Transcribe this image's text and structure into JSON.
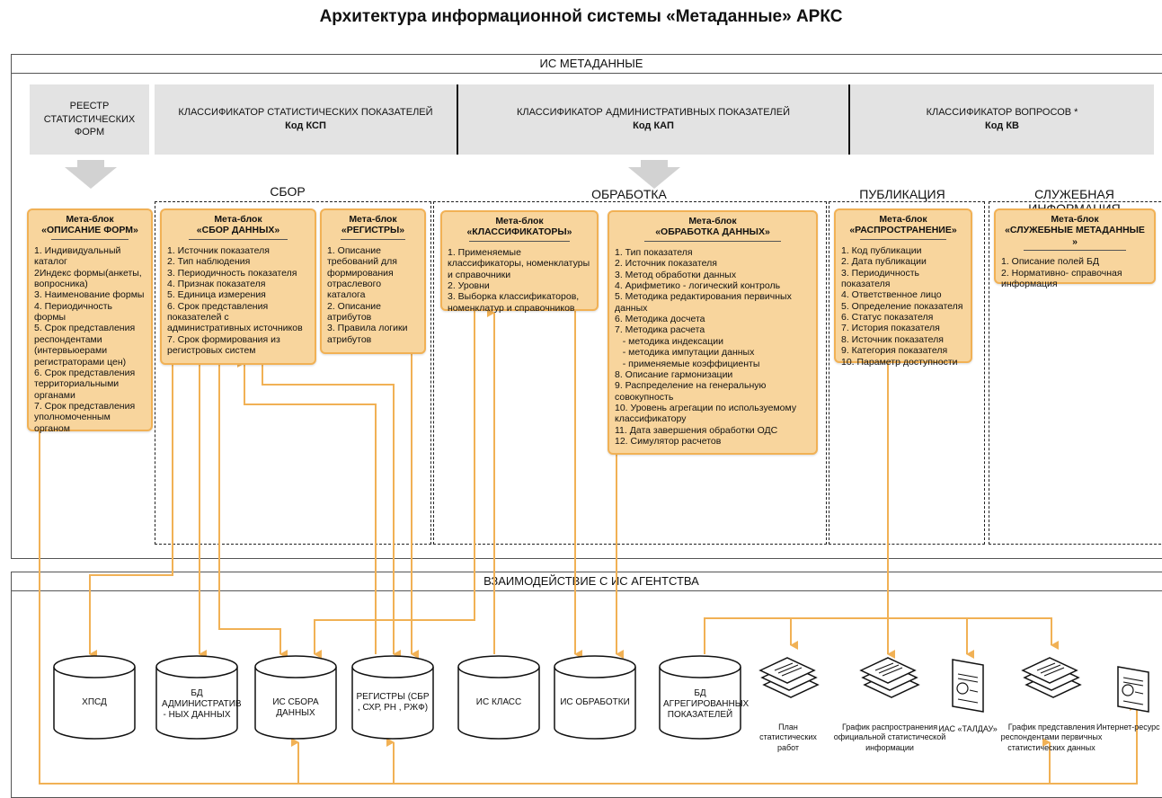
{
  "title": "Архитектура информационной системы «Метаданные» АРКС",
  "top_frame_label": "ИС МЕТАДАННЫЕ",
  "bottom_frame_label": "ВЗАИМОДЕЙСТВИЕ С ИС АГЕНТСТВА",
  "registry": {
    "line1": "РЕЕСТР",
    "line2": "СТАТИСТИЧЕСКИХ",
    "line3": "ФОРМ"
  },
  "classifiers": [
    {
      "name": "КЛАССИФИКАТОР СТАТИСТИЧЕСКИХ ПОКАЗАТЕЛЕЙ",
      "code": "Код КСП"
    },
    {
      "name": "КЛАССИФИКАТОР АДМИНИСТРАТИВНЫХ ПОКАЗАТЕЛЕЙ",
      "code": "Код КАП"
    },
    {
      "name": "КЛАССИФИКАТОР ВОПРОСОВ *",
      "code": "Код КВ"
    }
  ],
  "sections": {
    "collect": "СБОР",
    "process": "ОБРАБОТКА",
    "publish": "ПУБЛИКАЦИЯ",
    "service": "СЛУЖЕБНАЯ ИНФОРМАЦИЯ"
  },
  "blocks": {
    "forms": {
      "h1": "Мета-блок",
      "h2": "«ОПИСАНИЕ ФОРМ»",
      "items": [
        "1. Индивидуальный каталог",
        "2Индекс формы(анкеты, вопросника)",
        "3. Наименование формы",
        "4. Периодичность формы",
        "5. Срок представления респондентами (интервьюерами регистраторами цен)",
        "6. Срок представления территориальными органами",
        "7. Срок представления уполномоченным органом"
      ]
    },
    "collect": {
      "h1": "Мета-блок",
      "h2": "«СБОР ДАННЫХ»",
      "items": [
        "1. Источник показателя",
        "2. Тип наблюдения",
        "3. Периодичность показателя",
        "4. Признак показателя",
        "5. Единица измерения",
        "6. Срок представления показателей с административных источников",
        "7. Срок формирования из регистровых систем"
      ]
    },
    "registers": {
      "h1": "Мета-блок",
      "h2": "«РЕГИСТРЫ»",
      "items": [
        "1. Описание требований для формирования отраслевого каталога",
        "2. Описание атрибутов",
        "3. Правила логики атрибутов"
      ]
    },
    "classif": {
      "h1": "Мета-блок",
      "h2": "«КЛАССИФИКАТОРЫ»",
      "items": [
        "1. Применяемые классификаторы, номенклатуры и справочники",
        "2. Уровни",
        "3. Выборка классификаторов, номенклатур и справочников"
      ]
    },
    "processing": {
      "h1": "Мета-блок",
      "h2": "«ОБРАБОТКА ДАННЫХ»",
      "items": [
        "1. Тип показателя",
        "2. Источник показателя",
        "3. Метод обработки данных",
        "4. Арифметико - логический контроль",
        "5. Методика редактирования первичных данных",
        "6. Методика досчета",
        "7. Методика расчета",
        "   - методика индексации",
        "   - методика импутации данных",
        "   - применяемые коэффициенты",
        "8. Описание гармонизации",
        "9. Распределение на генеральную совокупность",
        "10. Уровень агрегации по используемому классификатору",
        "11. Дата завершения обработки ОДС",
        "12. Симулятор расчетов"
      ]
    },
    "distribution": {
      "h1": "Мета-блок",
      "h2": "«РАСПРОСТРАНЕНИЕ»",
      "items": [
        "1. Код публикации",
        "2. Дата публикации",
        "3. Периодичность показателя",
        "4. Ответственное лицо",
        "5. Определение показателя",
        "6. Статус показателя",
        "7. История показателя",
        "8. Источник показателя",
        "9. Категория показателя",
        "10. Параметр доступности"
      ]
    },
    "service": {
      "h1": "Мета-блок",
      "h2": "«СЛУЖЕБНЫЕ МЕТАДАННЫЕ »",
      "items": [
        "1. Описание полей БД",
        "2. Нормативно- справочная информация"
      ]
    }
  },
  "databases": [
    {
      "label": "ХПСД"
    },
    {
      "label": "БД АДМИНИСТРАТИВ - НЫХ ДАННЫХ"
    },
    {
      "label": "ИС СБОРА ДАННЫХ"
    },
    {
      "label": "РЕГИСТРЫ (СБР , СХР, РН , РЖФ)"
    },
    {
      "label": "ИС КЛАСС"
    },
    {
      "label": "ИС ОБРАБОТКИ"
    },
    {
      "label": "БД АГРЕГИРОВАННЫХ ПОКАЗАТЕЛЕЙ"
    }
  ],
  "documents": [
    {
      "label": "План статистических работ",
      "icon": "stacked-documents-icon"
    },
    {
      "label": "График распространения официальной статистической информации",
      "icon": "stacked-documents-icon"
    },
    {
      "label": "ИАС «ТАЛДАУ»",
      "icon": "document-with-seal-icon"
    },
    {
      "label": "График представления респондентами первичных статистических данных",
      "icon": "stacked-documents-icon"
    },
    {
      "label": "Интернет-ресурс",
      "icon": "document-with-seal-icon"
    }
  ],
  "colors": {
    "block_fill": "#f8d59d",
    "block_border": "#f1b155",
    "arrow": "#f1b155",
    "grey_band": "#e3e3e3"
  }
}
